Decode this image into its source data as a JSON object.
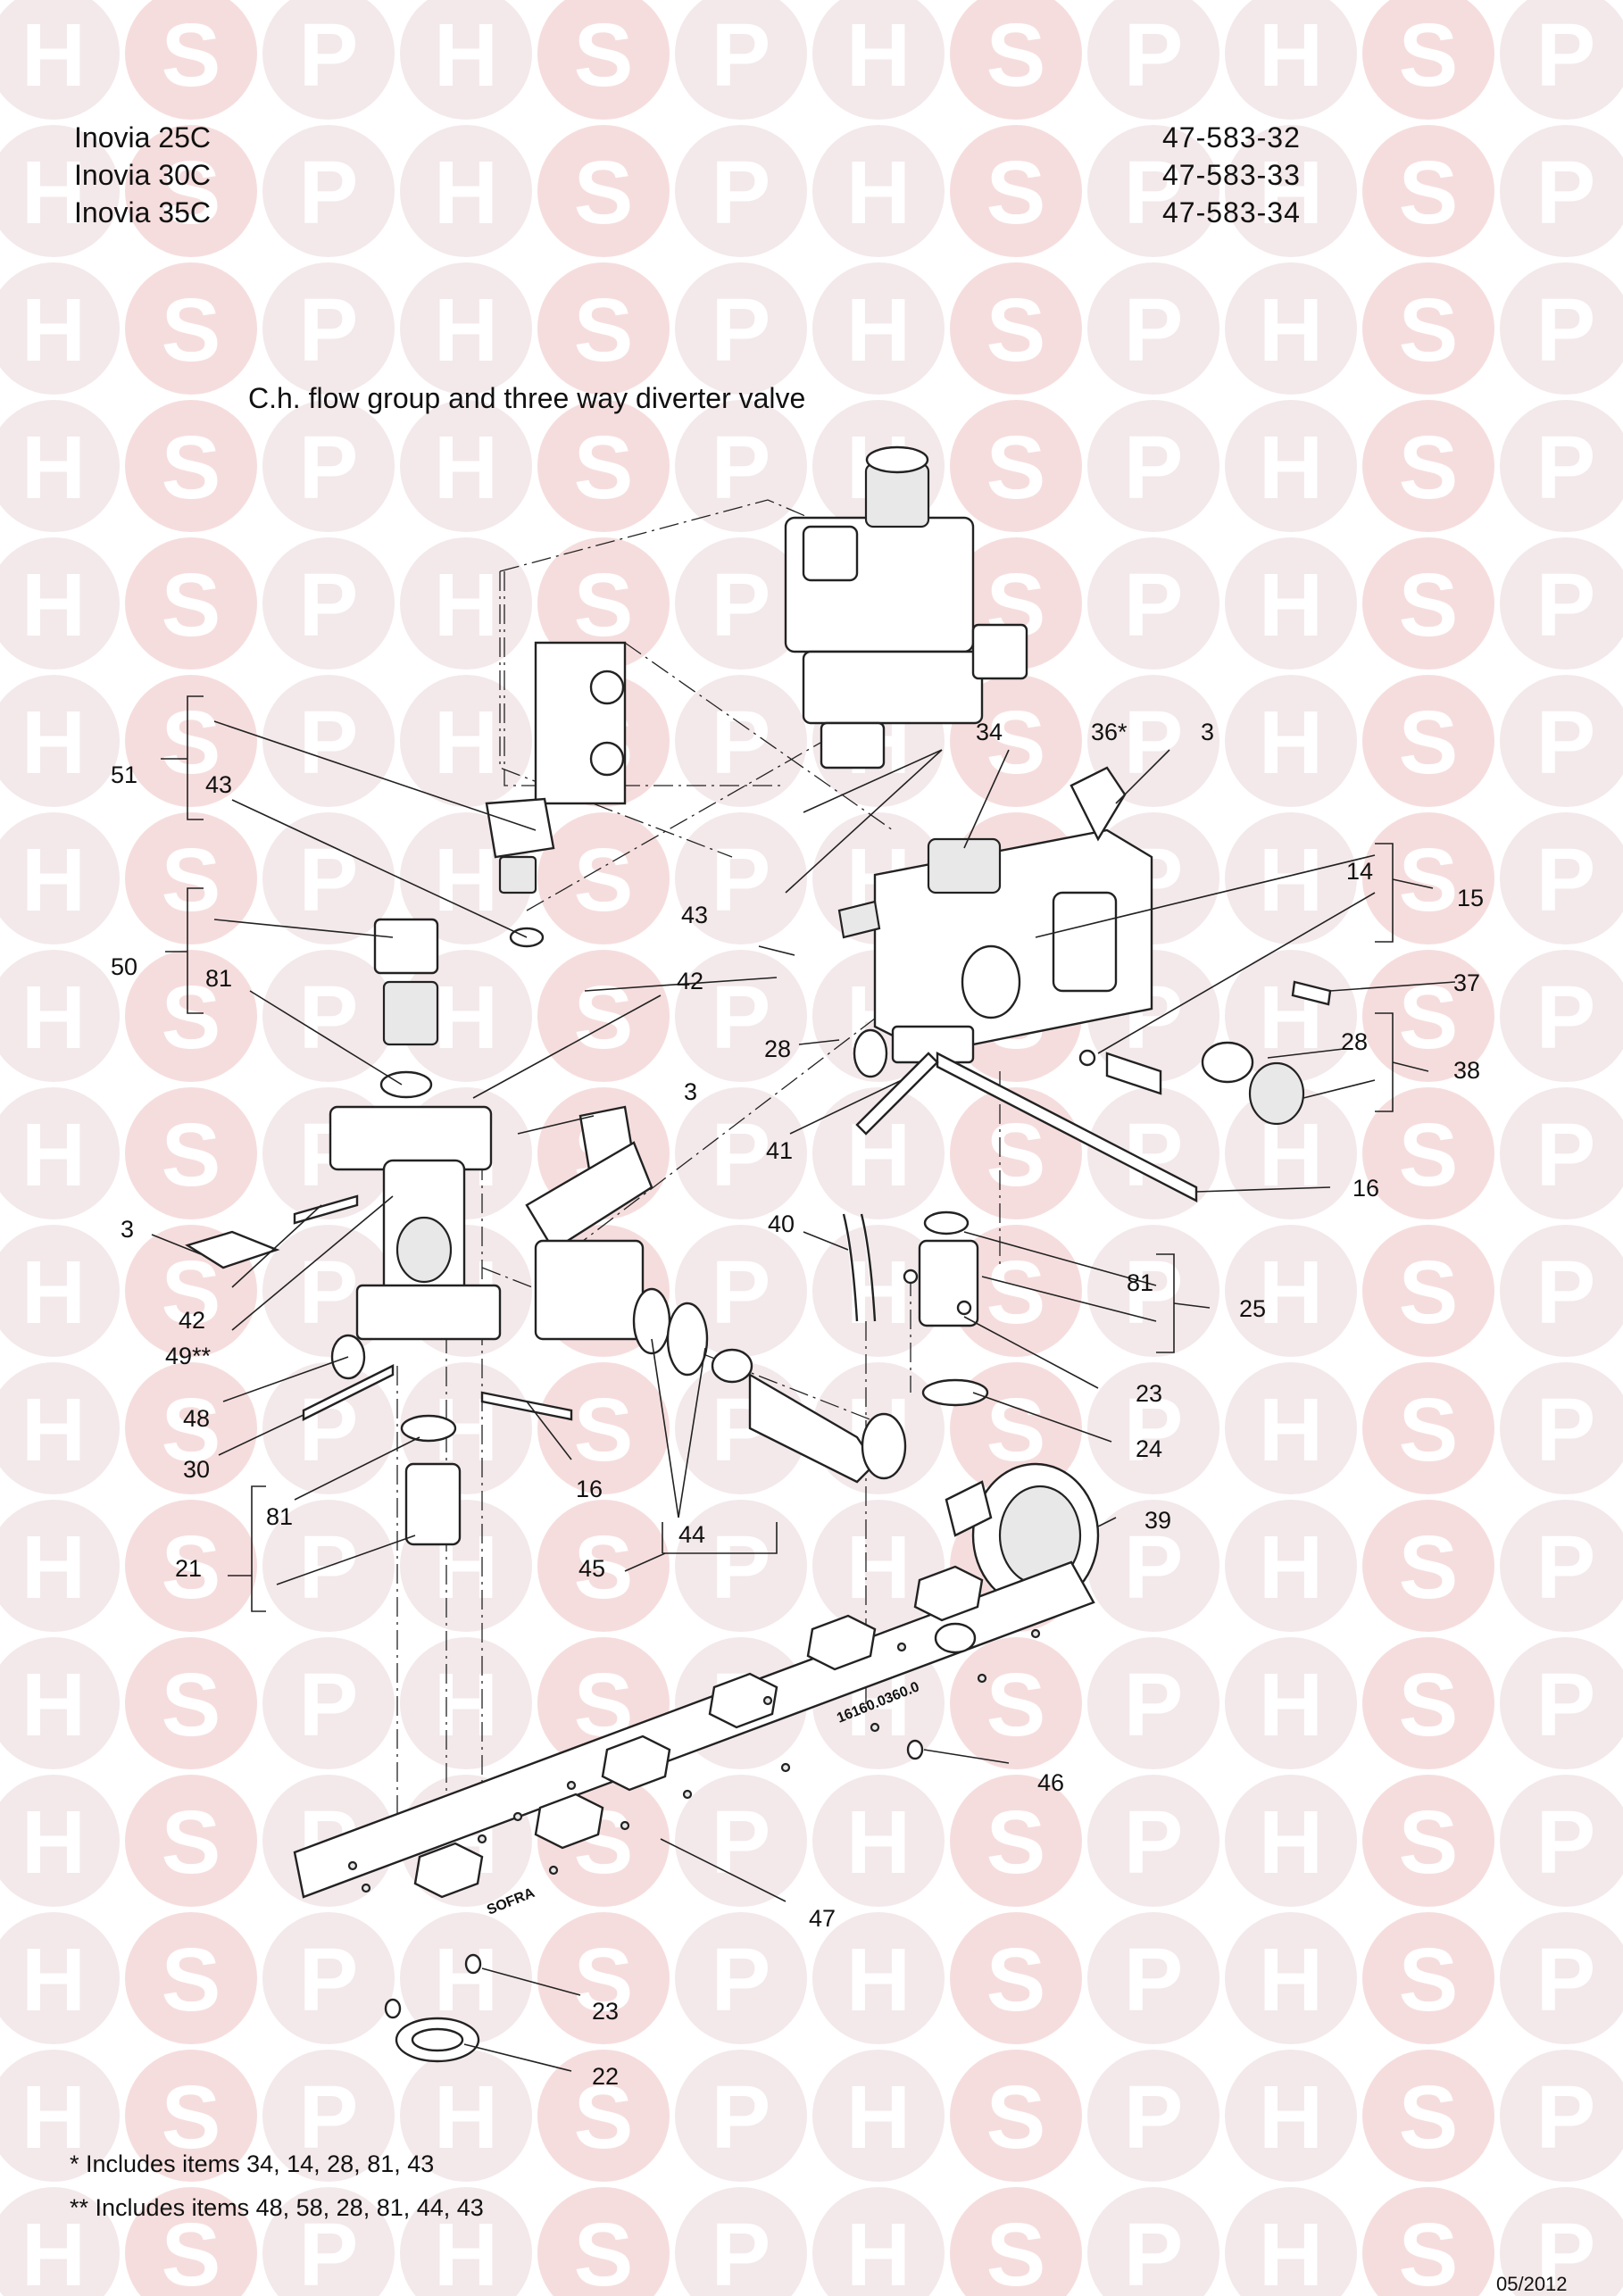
{
  "header": {
    "models": [
      "Inovia 25C",
      "Inovia 30C",
      "Inovia 35C"
    ],
    "codes": [
      "47-583-32",
      "47-583-33",
      "47-583-34"
    ]
  },
  "diagram_title": "C.h. flow group and three way diverter valve",
  "watermark": {
    "letters": [
      "H",
      "S",
      "P"
    ],
    "letter_color": "#ffffff",
    "circle_color": "#f3e9ea",
    "accent_color": "#f6dddd"
  },
  "callouts": [
    "51",
    "43",
    "50",
    "81",
    "3",
    "42",
    "49**",
    "48",
    "30",
    "21",
    "81",
    "16",
    "44",
    "45",
    "34",
    "36*",
    "3",
    "14",
    "15",
    "43",
    "42",
    "3",
    "28",
    "37",
    "28",
    "38",
    "41",
    "16",
    "40",
    "81",
    "25",
    "23",
    "24",
    "39",
    "46",
    "47",
    "23",
    "22"
  ],
  "plate_markings": [
    "SOFRA",
    "16160.0360.0"
  ],
  "footnotes": [
    "* Includes items 34, 14, 28, 81, 43",
    "** Includes items 48, 58, 28, 81, 44, 43"
  ],
  "date": "05/2012"
}
